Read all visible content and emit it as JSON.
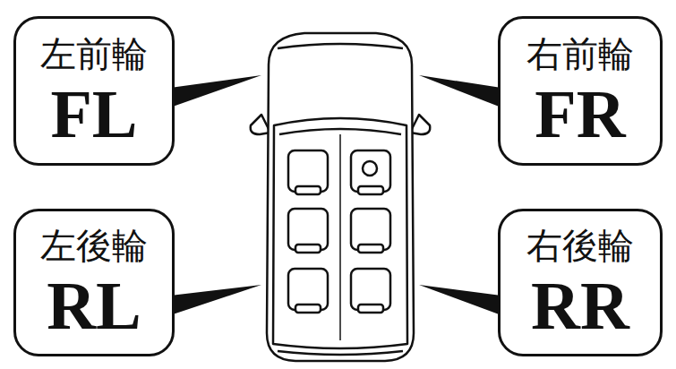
{
  "diagram": {
    "nodes": [
      {
        "text": [
          "左前輪",
          "FL"
        ]
      },
      {
        "text": [
          "右前輪",
          "FR"
        ]
      },
      {
        "text": [
          "左後輪",
          "RL"
        ]
      },
      {
        "text": [
          "右後輪",
          "RR"
        ]
      }
    ]
  }
}
